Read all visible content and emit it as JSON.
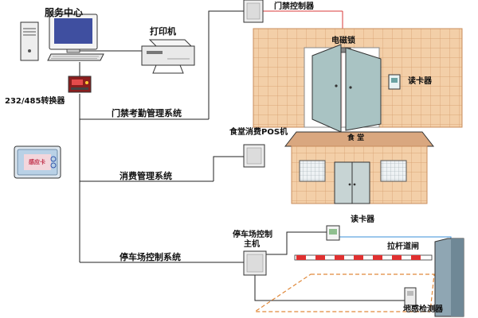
{
  "labels": {
    "service_center": "服务中心",
    "printer": "打印机",
    "converter": "232/485转换器",
    "access_system": "门禁考勤管理系统",
    "access_controller": "门禁控制器",
    "mag_lock": "电磁锁",
    "card_reader_door": "读卡器",
    "pos_machine": "食堂消费POS机",
    "canteen_sign": "食 堂",
    "consume_system": "消费管理系统",
    "parking_host_line1": "停车场控制",
    "parking_host_line2": "主机",
    "card_reader_parking": "读卡器",
    "barrier_gate": "拉杆道闸",
    "parking_system": "停车场控制系统",
    "loop_detector": "地感检测器",
    "ic_card": "感应卡"
  },
  "colors": {
    "wall": "#f3cfa8",
    "wall_grid": "#d49a6a",
    "door": "#a9c3c3",
    "roof": "#d9a77f",
    "barrier_red": "#e03030",
    "dashed_area": "#e0893a",
    "gate_body": "#8fa6b3",
    "wire_red": "#d83a3a",
    "wire_blue": "#3a8fd8"
  }
}
